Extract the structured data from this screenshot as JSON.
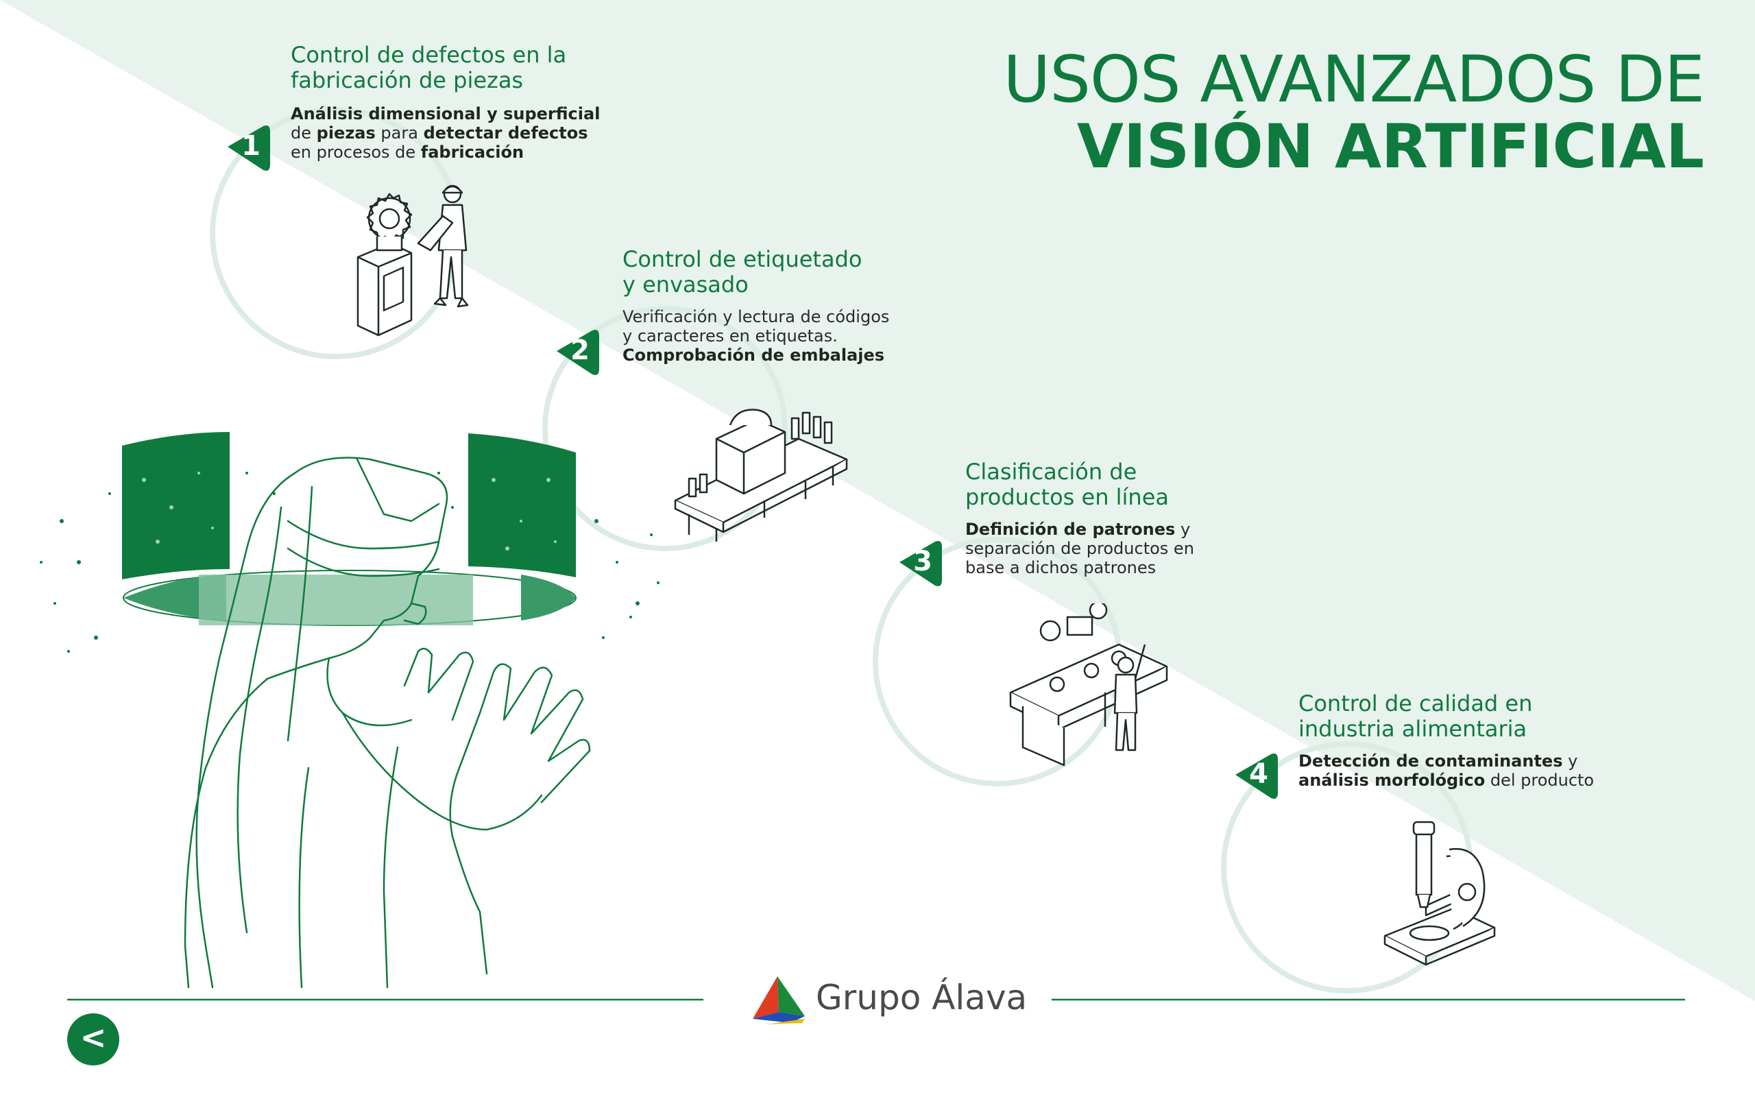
{
  "header": {
    "title_line1": "USOS AVANZADOS DE",
    "title_line2": "VISIÓN ARTIFICIAL"
  },
  "steps": [
    {
      "number": "1",
      "title": [
        "Control de defectos en la",
        "fabricación de piezas"
      ],
      "desc": [
        [
          {
            "t": "Análisis dimensional y superficial",
            "b": true
          }
        ],
        [
          {
            "t": "de ",
            "b": false
          },
          {
            "t": "piezas",
            "b": true
          },
          {
            "t": " para ",
            "b": false
          },
          {
            "t": "detectar defectos",
            "b": true
          }
        ],
        [
          {
            "t": "en procesos de ",
            "b": false
          },
          {
            "t": "fabricación",
            "b": true
          }
        ]
      ],
      "icon": "gear-machine-worker-icon"
    },
    {
      "number": "2",
      "title": [
        "Control de etiquetado",
        "y envasado"
      ],
      "desc": [
        [
          {
            "t": "Verificación y lectura de códigos",
            "b": false
          }
        ],
        [
          {
            "t": "y caracteres en etiquetas.",
            "b": false
          }
        ],
        [
          {
            "t": "Comprobación de embalajes",
            "b": true
          }
        ]
      ],
      "icon": "bottling-line-icon"
    },
    {
      "number": "3",
      "title": [
        "Clasificación de",
        "productos en línea"
      ],
      "desc": [
        [
          {
            "t": "Definición de patrones",
            "b": true
          },
          {
            "t": " y",
            "b": false
          }
        ],
        [
          {
            "t": "separación de productos en",
            "b": false
          }
        ],
        [
          {
            "t": "base a dichos patrones",
            "b": false
          }
        ]
      ],
      "icon": "conveyor-sorting-icon"
    },
    {
      "number": "4",
      "title": [
        "Control de calidad en",
        "industria alimentaria"
      ],
      "desc": [
        [
          {
            "t": "Detección de contaminantes",
            "b": true
          },
          {
            "t": " y",
            "b": false
          }
        ],
        [
          {
            "t": "análisis morfológico",
            "b": true
          },
          {
            "t": " del producto",
            "b": false
          }
        ]
      ],
      "icon": "microscope-icon"
    }
  ],
  "footer": {
    "brand_name": "Grupo Álava",
    "back_label": "<"
  },
  "colors": {
    "primary_green": "#0f7a3d",
    "band_mint": "#e8f3ee",
    "ring": "#dcece4"
  }
}
